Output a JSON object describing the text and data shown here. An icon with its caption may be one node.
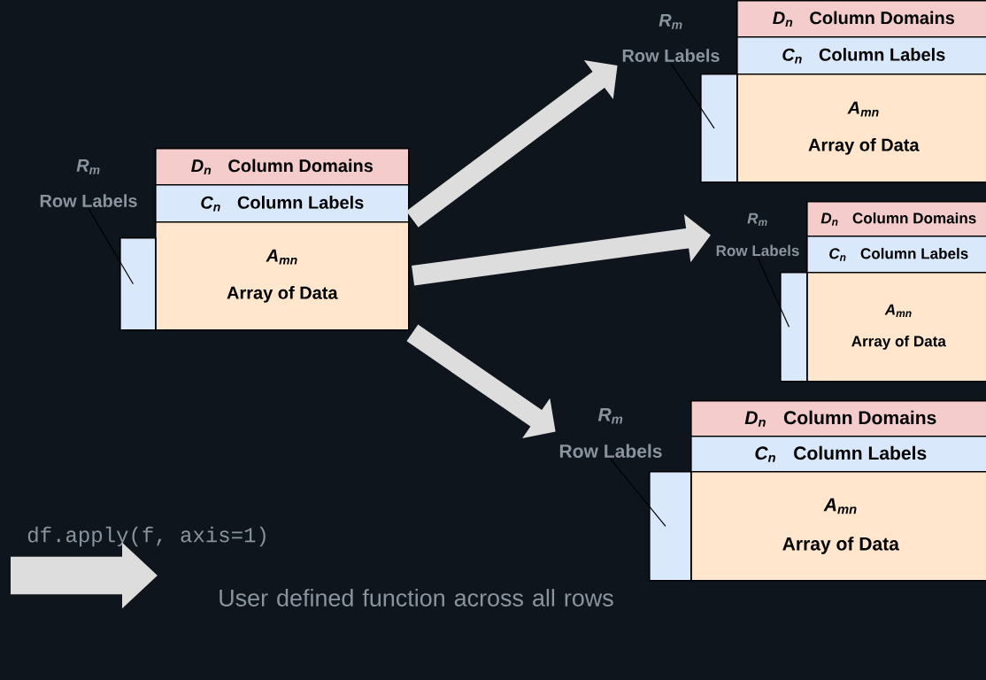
{
  "diagram": {
    "nodes": [
      {
        "text": [
          "D$_{n}$",
          "Column Domains"
        ]
      },
      {
        "text": [
          "C$_{n}$",
          "Column Labels"
        ]
      },
      {
        "text": [
          "A$_{mn}$",
          "Array of Data"
        ]
      },
      {
        "text": [],
        "shape": "bar"
      },
      {
        "text": [
          "R$_{m}$",
          "Row Labels"
        ]
      },
      {
        "text": [
          "D$_{n}$",
          "Column Domains"
        ]
      },
      {
        "text": [
          "C$_{n}$",
          "Column Labels"
        ]
      },
      {
        "text": [
          "A$_{mn}$",
          "Array of Data"
        ]
      },
      {
        "text": [],
        "shape": "bar"
      },
      {
        "text": [
          "R$_{m}$",
          "Row Labels"
        ]
      },
      {
        "text": [
          "D$_{n}$",
          "Column Domains"
        ]
      },
      {
        "text": [
          "C$_{n}$",
          "Column Labels"
        ]
      },
      {
        "text": [
          "A$_{mn}$",
          "Array of Data"
        ]
      },
      {
        "text": [],
        "shape": "bar"
      },
      {
        "text": [
          "R$_{m}$",
          "Row Labels"
        ]
      },
      {
        "text": [
          "D$_{n}$",
          "Column Domains"
        ]
      },
      {
        "text": [
          "C$_{n}$",
          "Column Labels"
        ]
      },
      {
        "text": [
          "A$_{mn}$",
          "Array of Data"
        ]
      },
      {
        "text": [],
        "shape": "bar"
      },
      {
        "text": [
          "R$_{m}$",
          "Row Labels"
        ]
      }
    ],
    "edges": [
      {
        "from": 4,
        "to": 3,
        "arrow": "none"
      },
      {
        "from": 9,
        "to": 8,
        "arrow": "none"
      },
      {
        "from": 14,
        "to": 13,
        "arrow": "none"
      },
      {
        "from": 19,
        "to": 18,
        "arrow": "none"
      },
      {
        "from": 2,
        "to": 9,
        "arrow": "to",
        "style": "thick",
        "color": "#dddddd"
      },
      {
        "from": 2,
        "to": 14,
        "arrow": "to",
        "style": "thick",
        "color": "#dddddd"
      },
      {
        "from": 2,
        "to": 19,
        "arrow": "to",
        "style": "thick",
        "color": "#dddddd"
      }
    ],
    "labels": [
      "df.apply(f, axis=1)"
    ],
    "legend": [
      {
        "text": "User defined function across all rows"
      }
    ]
  }
}
